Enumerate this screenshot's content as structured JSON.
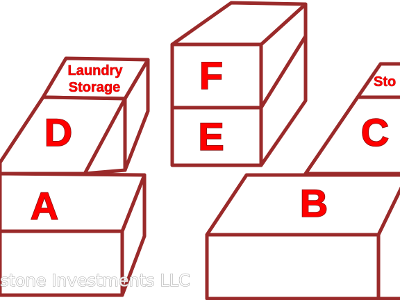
{
  "colors": {
    "outline": "#9a2a2a",
    "label_fill": "#ff0000",
    "label_outline": "#8a1010",
    "background": "#ffffff",
    "watermark": "#9a9a9a"
  },
  "units": {
    "a": "A",
    "b": "B",
    "c": "C",
    "d": "D",
    "e": "E",
    "f": "F"
  },
  "labels": {
    "laundry_line1": "Laundry",
    "laundry_line2": "Storage",
    "storage_partial": "Sto"
  },
  "watermark": "stone Investments LLC"
}
